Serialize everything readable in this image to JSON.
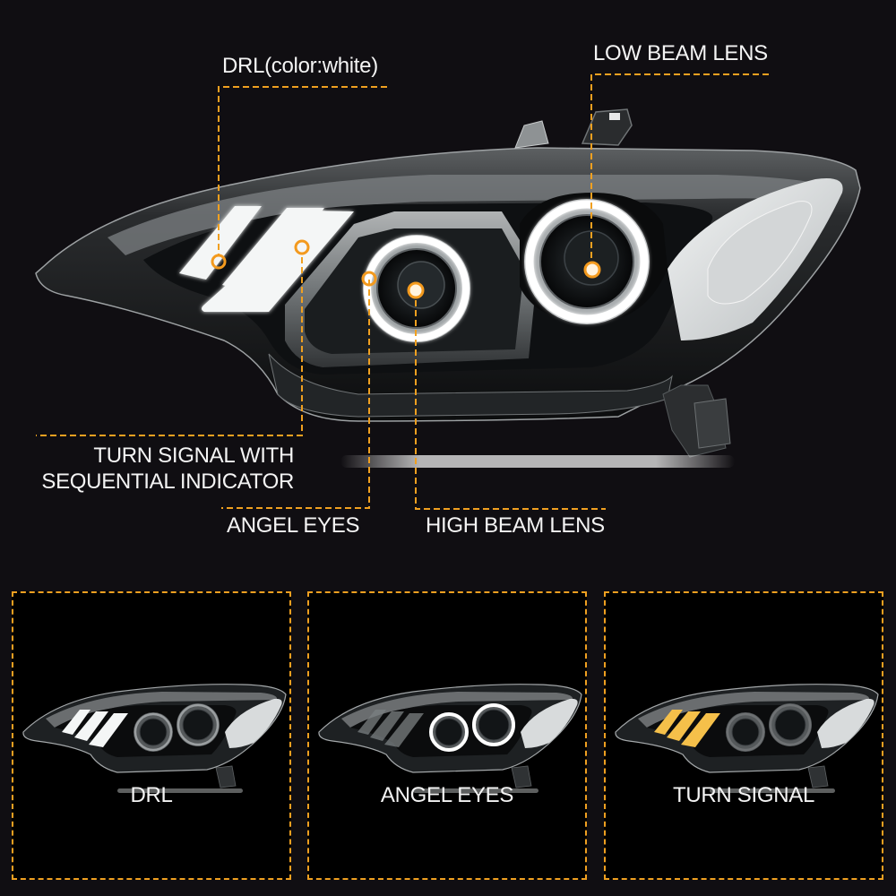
{
  "callouts": {
    "drl": {
      "label": "DRL(color:white)"
    },
    "low_beam": {
      "label": "LOW BEAM LENS"
    },
    "turn_signal": {
      "line1": "TURN SIGNAL WITH",
      "line2": "SEQUENTIAL INDICATOR"
    },
    "angel_eyes": {
      "label": "ANGEL EYES"
    },
    "high_beam": {
      "label": "HIGH BEAM LENS"
    }
  },
  "panels": [
    {
      "caption": "DRL",
      "mode": "drl"
    },
    {
      "caption": "ANGEL EYES",
      "mode": "angel-eyes"
    },
    {
      "caption": "TURN SIGNAL",
      "mode": "turn-signal"
    }
  ],
  "colors": {
    "background": "#100e12",
    "accent_orange": "#f0a020",
    "callout_dot": "#f39a1e",
    "drl_white": "#f4f6f6",
    "turn_amber": "#f5c04a"
  }
}
